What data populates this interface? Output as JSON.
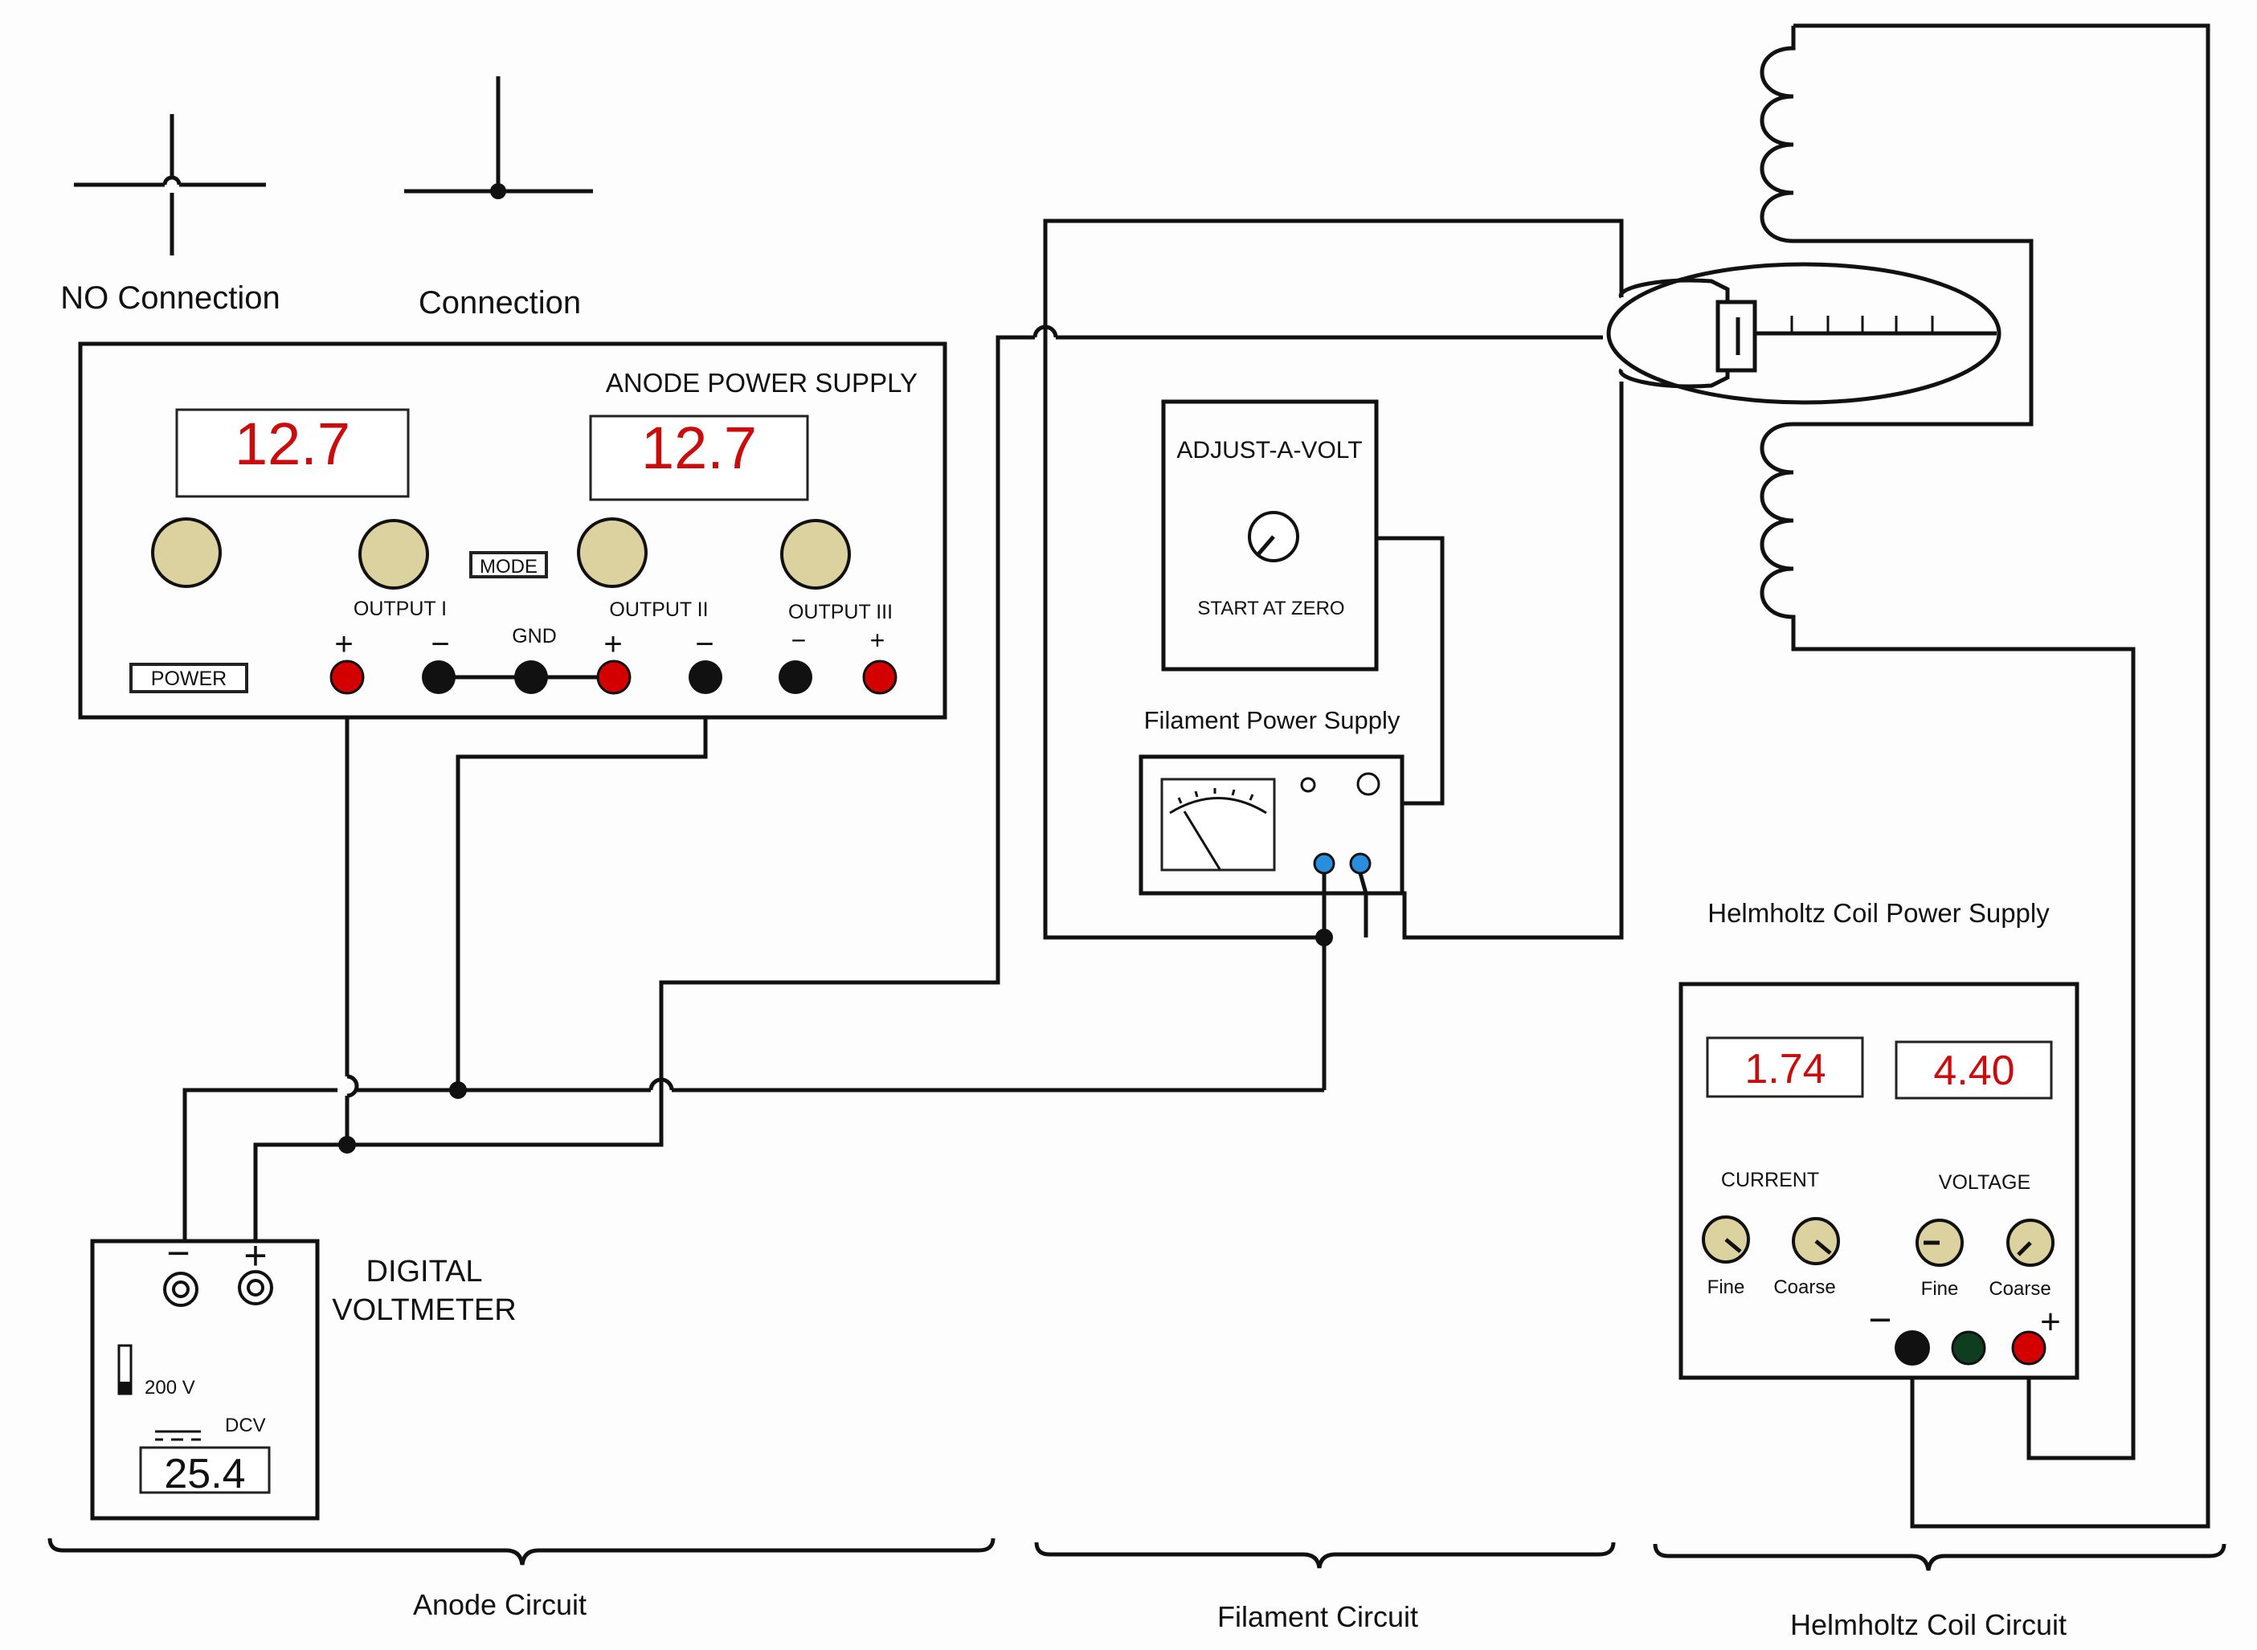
{
  "legend": {
    "no_connection": "NO Connection",
    "connection": "Connection"
  },
  "anode_supply": {
    "title": "ANODE POWER SUPPLY",
    "display_1": "12.7",
    "display_2": "12.7",
    "mode": "MODE",
    "power": "POWER",
    "output_1": "OUTPUT I",
    "output_2": "OUTPUT  II",
    "output_3": "OUTPUT III",
    "gnd": "GND",
    "plus": "+",
    "minus": "−"
  },
  "adjust_a_volt": {
    "title": "ADJUST-A-VOLT",
    "subtitle": "START AT ZERO"
  },
  "filament_supply": {
    "title": "Filament Power Supply"
  },
  "helmholtz_supply": {
    "title": "Helmholtz Coil Power Supply",
    "current_display": "1.74",
    "voltage_display": "4.40",
    "current_label": "CURRENT",
    "voltage_label": "VOLTAGE",
    "fine": "Fine",
    "coarse": "Coarse",
    "minus": "−",
    "plus": "+"
  },
  "voltmeter": {
    "title_line1": "DIGITAL",
    "title_line2": "VOLTMETER",
    "range": "200 V",
    "mode": "DCV",
    "reading": "25.4",
    "minus": "−",
    "plus": "+"
  },
  "circuits": {
    "anode": "Anode Circuit",
    "filament": "Filament Circuit",
    "helmholtz": "Helmholtz Coil Circuit"
  },
  "colors": {
    "display_text": "#cc0c0c",
    "terminal_red": "#d40000",
    "terminal_black": "#111111",
    "terminal_blue": "#2a8ee0",
    "terminal_green": "#0f3d20",
    "knob": "#dcd29f"
  }
}
